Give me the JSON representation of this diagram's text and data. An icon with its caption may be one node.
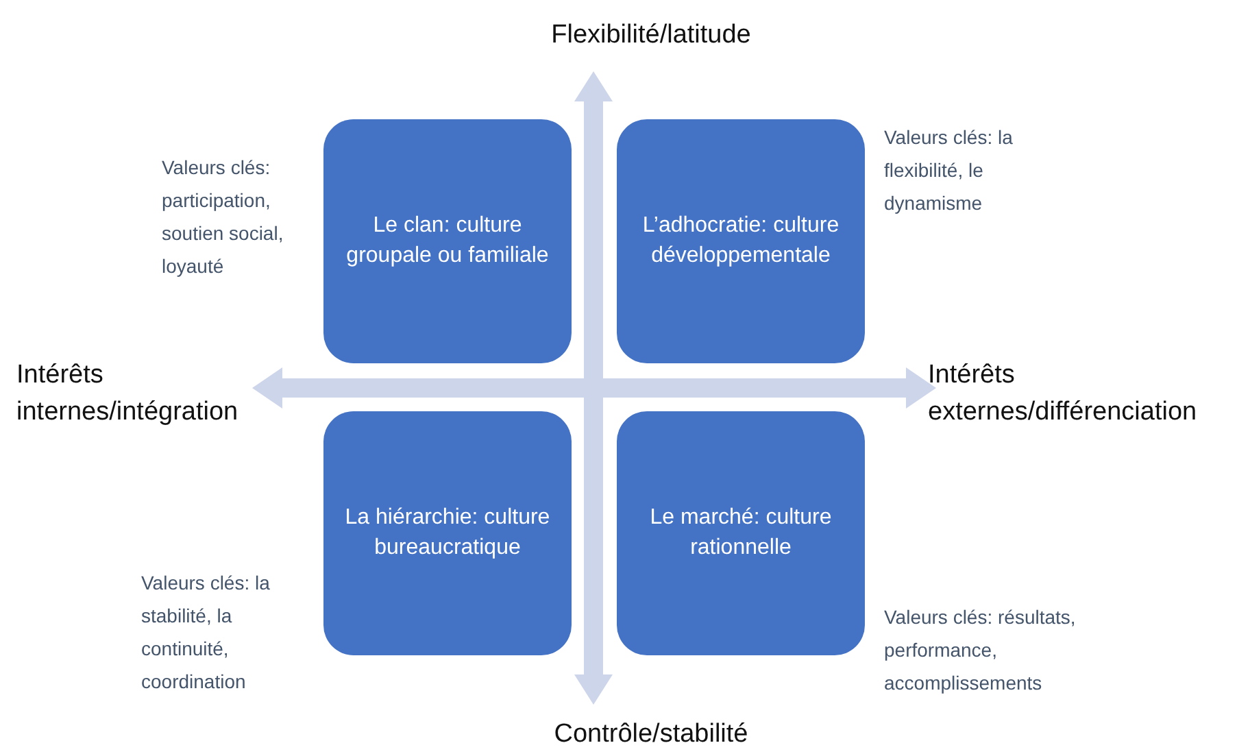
{
  "diagram": {
    "nodes": [
      {
        "text": [
          "Le clan: culture groupale ou familiale"
        ],
        "beside": [
          "Valeurs clés: participation, soutien social, loyauté"
        ]
      },
      {
        "text": [
          "L’adhocratie: culture développementale"
        ],
        "beside": [
          "Valeurs clés: la flexibilité, le dynamisme"
        ]
      },
      {
        "text": [
          "La hiérarchie: culture bureaucratique"
        ],
        "beside": [
          "Valeurs clés: la stabilité, la continuité, coordination"
        ]
      },
      {
        "text": [
          "Le marché: culture rationnelle"
        ],
        "beside": [
          "Valeurs clés: résultats, performance, accomplissements"
        ]
      }
    ],
    "labels": [
      "Flexibilité/latitude",
      "Intérêts internes/intégration",
      "Intérêts externes/différenciation",
      "Contrôle/stabilité"
    ]
  }
}
